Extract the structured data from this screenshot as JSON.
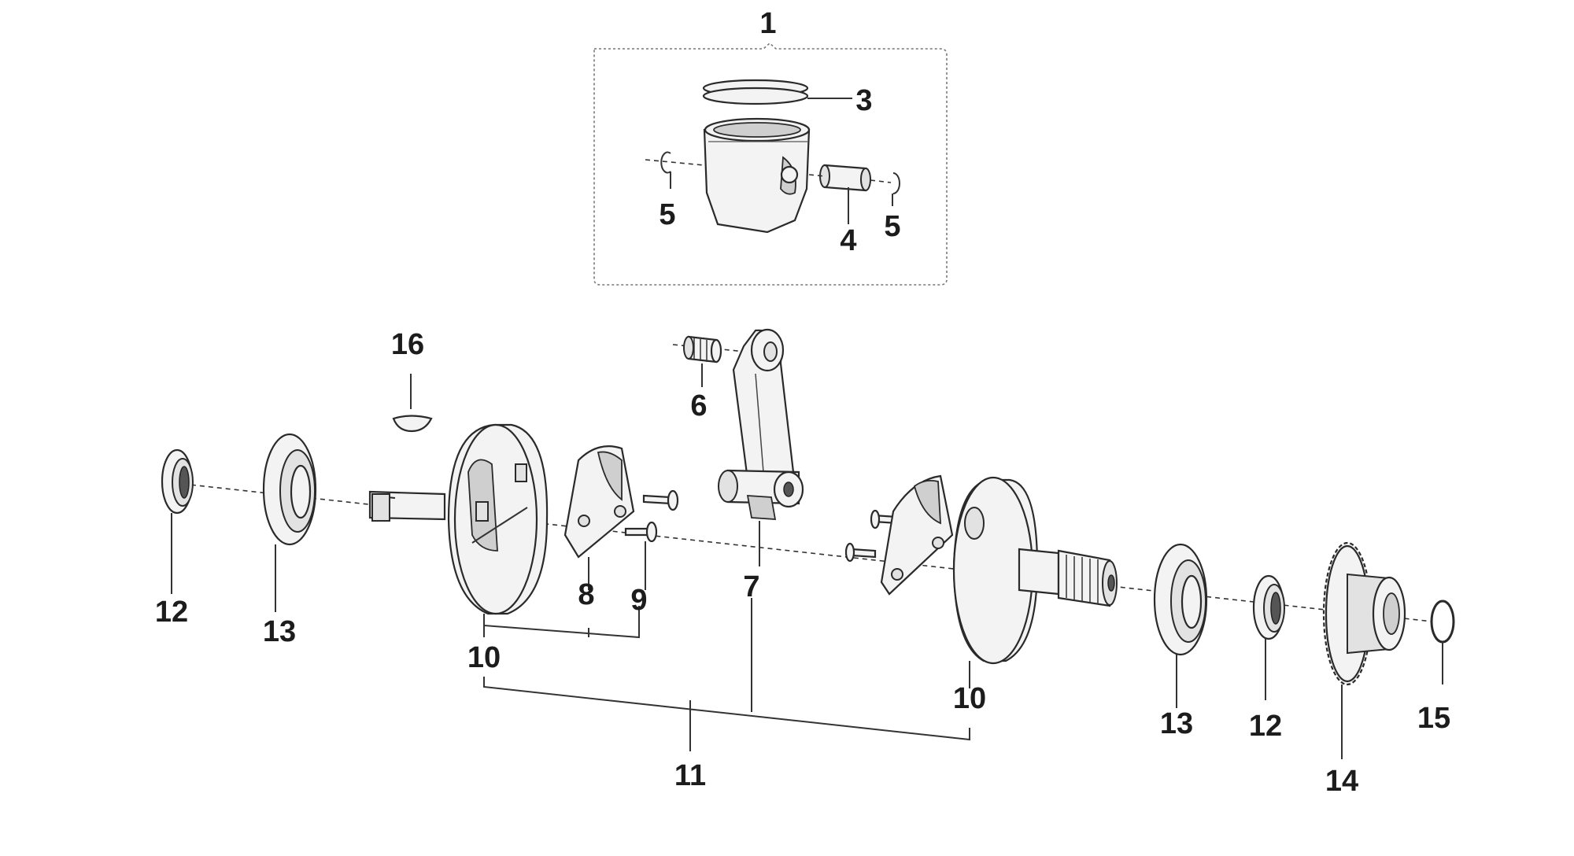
{
  "callouts": {
    "c1": "1",
    "c3": "3",
    "c4": "4",
    "c5a": "5",
    "c5b": "5",
    "c6": "6",
    "c7": "7",
    "c8": "8",
    "c9": "9",
    "c10a": "10",
    "c10b": "10",
    "c11": "11",
    "c12a": "12",
    "c12b": "12",
    "c13a": "13",
    "c13b": "13",
    "c14": "14",
    "c15": "15",
    "c16": "16"
  },
  "colors": {
    "line": "#2a2a2a",
    "fill": "#f3f3f3",
    "shade": "#cfcfcf"
  }
}
